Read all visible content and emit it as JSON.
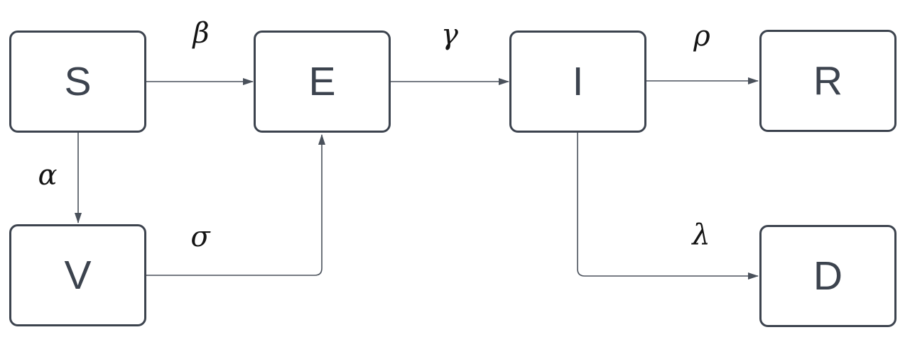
{
  "diagram": {
    "type": "flowchart",
    "nodes": [
      {
        "id": "S",
        "label": "S"
      },
      {
        "id": "E",
        "label": "E"
      },
      {
        "id": "I",
        "label": "I"
      },
      {
        "id": "R",
        "label": "R"
      },
      {
        "id": "V",
        "label": "V"
      },
      {
        "id": "D",
        "label": "D"
      }
    ],
    "edges": [
      {
        "from": "S",
        "to": "E",
        "label": "β"
      },
      {
        "from": "E",
        "to": "I",
        "label": "γ"
      },
      {
        "from": "I",
        "to": "R",
        "label": "ρ"
      },
      {
        "from": "S",
        "to": "V",
        "label": "α"
      },
      {
        "from": "V",
        "to": "E",
        "label": "σ"
      },
      {
        "from": "I",
        "to": "D",
        "label": "λ"
      }
    ],
    "colors": {
      "background": "#ffffff",
      "box_border": "#3c434e",
      "box_text": "#3c434e",
      "connector": "#4a515b",
      "edge_label": "#141414"
    }
  }
}
